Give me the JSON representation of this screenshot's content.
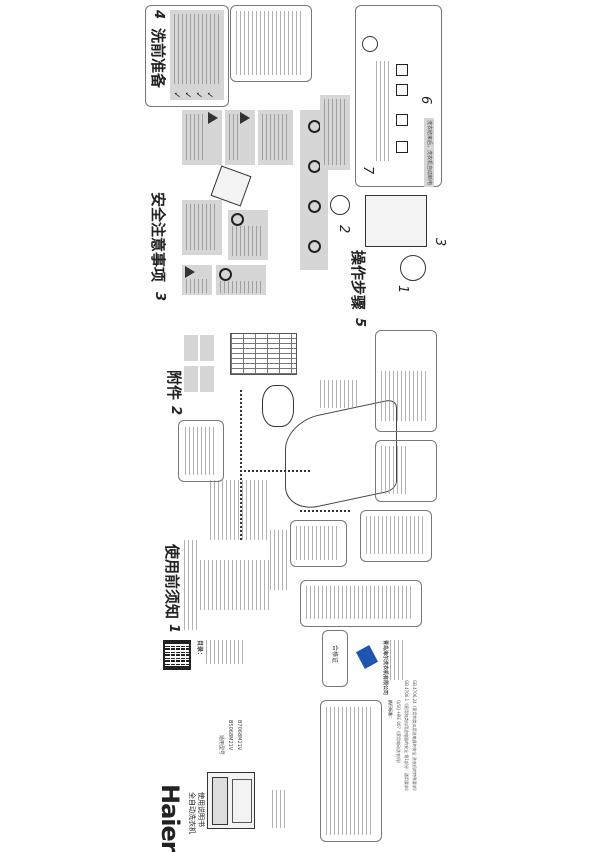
{
  "cover": {
    "brand": "Haier",
    "product": "全自动洗衣机",
    "doc_type": "使用说明书",
    "model_label": "适用型号",
    "models": [
      "B5068M21V",
      "B7068M21V"
    ],
    "toc_title": "目录："
  },
  "sections": {
    "s1": {
      "number": "1",
      "title": "使用前须知"
    },
    "s2": {
      "number": "2",
      "title": "附件"
    },
    "s3": {
      "number": "3",
      "title": "安全注意事项"
    },
    "s4": {
      "number": "4",
      "title": "洗前准备"
    },
    "s5": {
      "number": "5",
      "title": "操作步骤"
    }
  },
  "operation": {
    "steps": [
      "1",
      "2",
      "3",
      "7",
      "6"
    ],
    "end_notice": "洗衣结束后，洗衣机自动断电"
  },
  "back": {
    "certificate": "合格证",
    "company": "青岛海尔洗衣机有限公司",
    "standards_title": "执行标准：",
    "standards": [
      "Q/SQ-HRE 007《家用电动洗衣机》",
      "GB 4706.1《家用和类似用途电器的安全 第1部分：通用要求》",
      "GB 4706.24《家用和类似用途电器的安全 洗衣机的特殊要求》"
    ]
  },
  "colors": {
    "accent": "#1f55b0",
    "panel_gray": "#d6d6d6"
  }
}
